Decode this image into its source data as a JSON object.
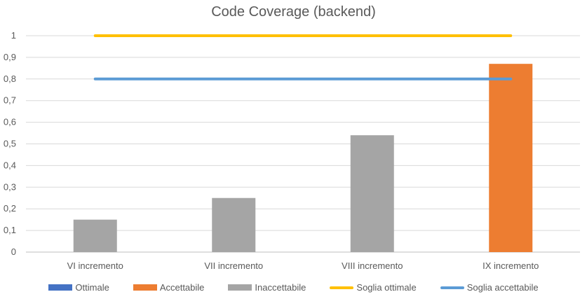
{
  "chart_data": {
    "type": "bar",
    "title": "Code Coverage (backend)",
    "xlabel": "",
    "ylabel": "",
    "ylim": [
      0,
      1
    ],
    "yticks": [
      0,
      0.1,
      0.2,
      0.3,
      0.4,
      0.5,
      0.6,
      0.7,
      0.8,
      0.9,
      1
    ],
    "ytick_labels": [
      "0",
      "0,1",
      "0,2",
      "0,3",
      "0,4",
      "0,5",
      "0,6",
      "0,7",
      "0,8",
      "0,9",
      "1"
    ],
    "grid": true,
    "legend_position": "bottom",
    "categories": [
      "VI incremento",
      "VII incremento",
      "VIII incremento",
      "IX incremento"
    ],
    "series": [
      {
        "name": "Ottimale",
        "kind": "bar",
        "color": "#4472c4",
        "values": [
          null,
          null,
          null,
          null
        ]
      },
      {
        "name": "Accettabile",
        "kind": "bar",
        "color": "#ed7d31",
        "values": [
          null,
          null,
          null,
          0.87
        ]
      },
      {
        "name": "Inaccettabile",
        "kind": "bar",
        "color": "#a5a5a5",
        "values": [
          0.15,
          0.25,
          0.54,
          null
        ]
      },
      {
        "name": "Soglia ottimale",
        "kind": "line",
        "color": "#ffc000",
        "values": [
          1,
          1,
          1,
          1
        ]
      },
      {
        "name": "Soglia accettabile",
        "kind": "line",
        "color": "#5b9bd5",
        "values": [
          0.8,
          0.8,
          0.8,
          0.8
        ]
      }
    ]
  }
}
